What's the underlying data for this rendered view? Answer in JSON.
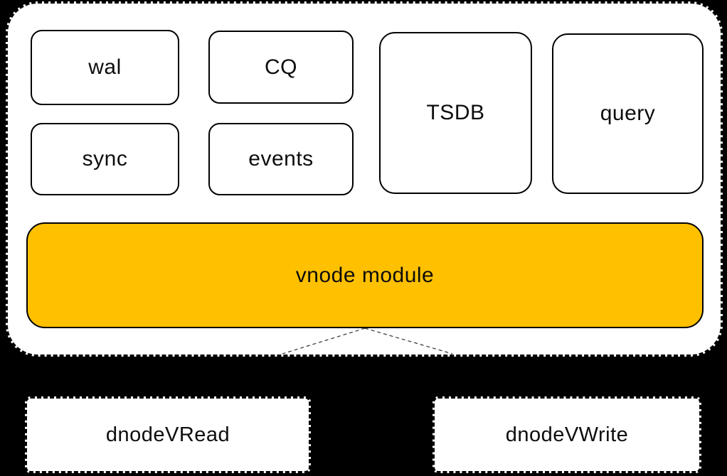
{
  "diagram": {
    "modules": [
      {
        "id": "wal",
        "label": "wal"
      },
      {
        "id": "cq",
        "label": "CQ"
      },
      {
        "id": "sync",
        "label": "sync"
      },
      {
        "id": "events",
        "label": "events"
      },
      {
        "id": "tsdb",
        "label": "TSDB"
      },
      {
        "id": "query",
        "label": "query"
      }
    ],
    "vnode": {
      "label": "vnode module"
    },
    "dnodes": [
      {
        "id": "dnode-vread",
        "label": "dnodeVRead"
      },
      {
        "id": "dnode-vwrite",
        "label": "dnodeVWrite"
      }
    ],
    "colors": {
      "background": "#000000",
      "container_fill": "#ffffff",
      "module_fill": "#ffffff",
      "module_border": "#000000",
      "vnode_fill": "#FFC000",
      "text": "#0d0d0d"
    }
  }
}
